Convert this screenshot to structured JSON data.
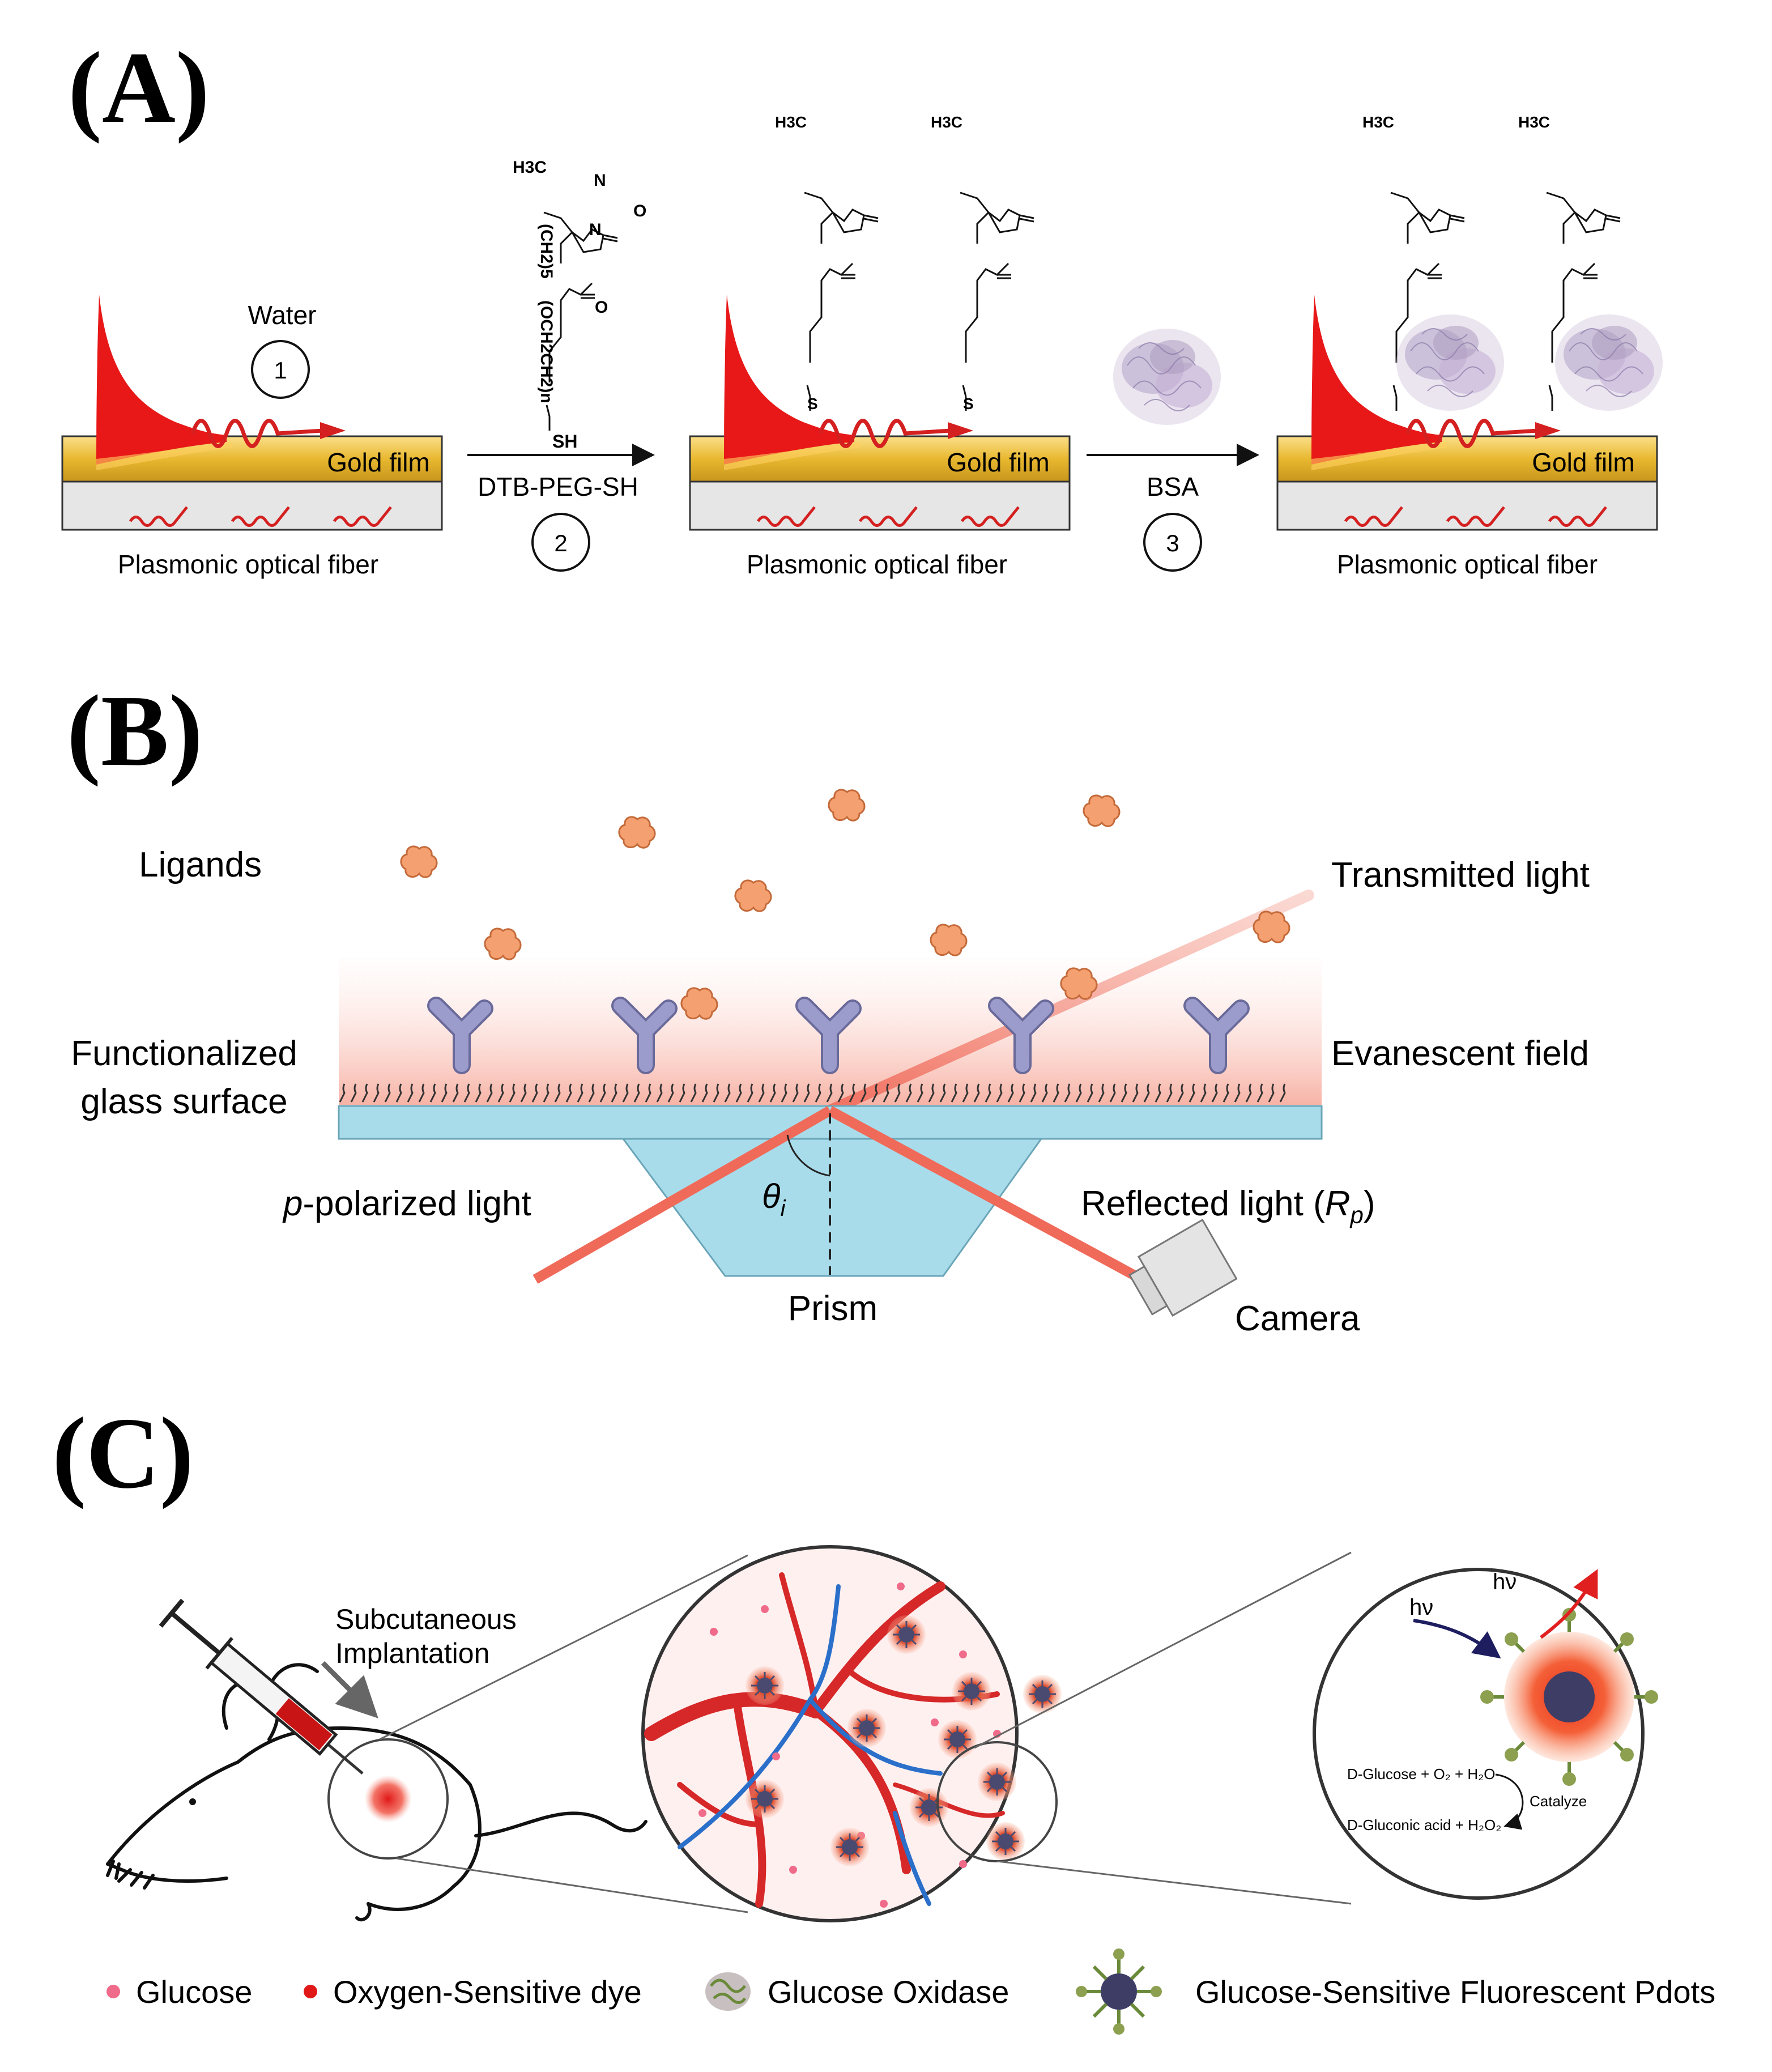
{
  "panels": {
    "a": {
      "label": "(A)",
      "step1_label": "Water",
      "step1_num": "1",
      "step2_label": "DTB-PEG-SH",
      "step2_num": "2",
      "step3_label": "BSA",
      "step3_num": "3",
      "gold_film": "Gold film",
      "fiber": "Plasmonic optical fiber",
      "chem": {
        "h3c": "H3C",
        "n": "N",
        "o": "O",
        "ch2_5": "(CH2)5",
        "och2ch2_n": "(OCH2CH2)n",
        "sh": "SH",
        "s": "S"
      }
    },
    "b": {
      "label": "(B)",
      "ligands": "Ligands",
      "transmitted": "Transmitted light",
      "functionalized_1": "Functionalized",
      "functionalized_2": "glass surface",
      "evanescent": "Evanescent field",
      "p_prefix": "p",
      "p_suffix": "-polarized light",
      "theta": "θ",
      "theta_sub": "i",
      "reflected_prefix": "Reflected light (",
      "reflected_r": "R",
      "reflected_sub": "p",
      "reflected_suffix": ")",
      "prism": "Prism",
      "camera": "Camera"
    },
    "c": {
      "label": "(C)",
      "implant_1": "Subcutaneous",
      "implant_2": "Implantation",
      "hv_in": "hν",
      "hv_out": "hν",
      "reaction_1": "D-Glucose + O₂ + H₂O",
      "reaction_2": "D-Gluconic acid + H₂O₂",
      "catalyze": "Catalyze",
      "legend": {
        "glucose": "Glucose",
        "oxygen_dye": "Oxygen-Sensitive dye",
        "glucose_oxidase": "Glucose Oxidase",
        "pdots": "Glucose-Sensitive Fluorescent Pdots"
      }
    }
  },
  "colors": {
    "red": "#e02020",
    "gold": "#f2c84b",
    "glass": "#a9dcea",
    "antibody": "#9a9ac8",
    "ligand": "#f5a070",
    "beam": "#f06a5a",
    "vessel_red": "#d62828",
    "vessel_blue": "#2a6fc9"
  }
}
